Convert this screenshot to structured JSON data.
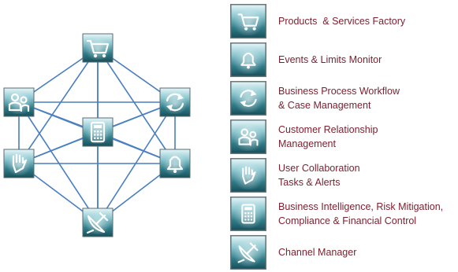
{
  "nodes": [
    {
      "id": "cart",
      "icon": "shopping-cart-icon"
    },
    {
      "id": "refresh",
      "icon": "refresh-arrows-icon"
    },
    {
      "id": "bell",
      "icon": "bell-icon"
    },
    {
      "id": "antenna",
      "icon": "satellite-dish-icon"
    },
    {
      "id": "hand",
      "icon": "raised-hand-icon"
    },
    {
      "id": "people",
      "icon": "people-icon"
    },
    {
      "id": "calc",
      "icon": "calculator-icon"
    }
  ],
  "edges": [
    [
      "cart",
      "people"
    ],
    [
      "cart",
      "refresh"
    ],
    [
      "cart",
      "calc"
    ],
    [
      "cart",
      "hand"
    ],
    [
      "cart",
      "bell"
    ],
    [
      "cart",
      "antenna"
    ],
    [
      "people",
      "refresh"
    ],
    [
      "people",
      "hand"
    ],
    [
      "people",
      "bell"
    ],
    [
      "people",
      "antenna"
    ],
    [
      "people",
      "calc"
    ],
    [
      "refresh",
      "bell"
    ],
    [
      "refresh",
      "hand"
    ],
    [
      "refresh",
      "antenna"
    ],
    [
      "refresh",
      "calc"
    ],
    [
      "hand",
      "bell"
    ],
    [
      "hand",
      "antenna"
    ],
    [
      "hand",
      "calc"
    ],
    [
      "bell",
      "antenna"
    ],
    [
      "bell",
      "calc"
    ],
    [
      "antenna",
      "calc"
    ]
  ],
  "legend": [
    {
      "icon": "shopping-cart-icon",
      "lines": [
        "Products  & Services Factory"
      ]
    },
    {
      "icon": "bell-icon",
      "lines": [
        "Events & Limits Monitor"
      ]
    },
    {
      "icon": "refresh-arrows-icon",
      "lines": [
        "Business Process Workflow",
        "& Case Management"
      ]
    },
    {
      "icon": "people-icon",
      "lines": [
        "Customer Relationship",
        "Management"
      ]
    },
    {
      "icon": "raised-hand-icon",
      "lines": [
        "User Collaboration",
        "Tasks & Alerts"
      ]
    },
    {
      "icon": "calculator-icon",
      "lines": [
        "Business Intelligence, Risk Mitigation,",
        "Compliance & Financial Control"
      ]
    },
    {
      "icon": "satellite-dish-icon",
      "lines": [
        "Channel Manager"
      ]
    }
  ],
  "colors": {
    "edge": "#4a7fc0",
    "tile_light": "#d9f0f3",
    "tile_mid": "#5fa8b4",
    "tile_dark": "#1d5f6c",
    "glyph": "#ffffff",
    "label": "#7a1f2e"
  }
}
